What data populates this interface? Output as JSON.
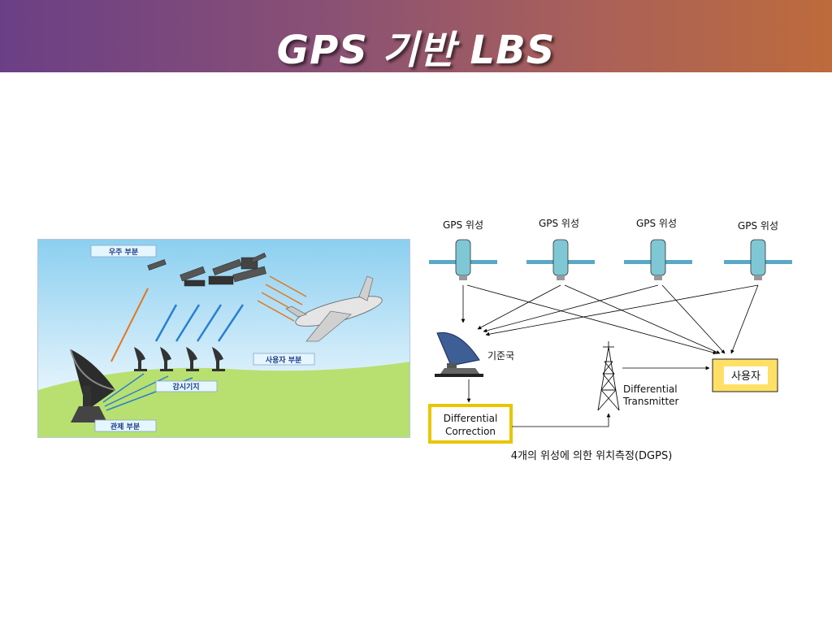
{
  "slide": {
    "title": "GPS 기반 LBS"
  },
  "illustration": {
    "space_label": "우주 부분",
    "user_label": "사용자 부분",
    "monitor_label": "감시기지",
    "control_label": "관제 부분",
    "colors": {
      "sky_top": "#8ccff0",
      "sky_bottom": "#ffffff",
      "grass": "#b7e070",
      "label_bg": "#e6f6ff",
      "label_text": "#1a3c8c",
      "signal_blue": "#2a7fd0",
      "signal_orange": "#e07820"
    }
  },
  "diagram": {
    "satellites": [
      {
        "label": "GPS 위성"
      },
      {
        "label": "GPS 위성"
      },
      {
        "label": "GPS 위성"
      },
      {
        "label": "GPS 위성"
      }
    ],
    "reference_station_label": "기준국",
    "transmitter_label_line1": "Differential",
    "transmitter_label_line2": "Transmitter",
    "correction_label_line1": "Differential",
    "correction_label_line2": "Correction",
    "user_label": "사용자",
    "caption": "4개의 위성에 의한 위치측정(DGPS)",
    "colors": {
      "box_fill": "#ffffff",
      "box_border": "#e8c600",
      "satellite_body": "#7fc7d4",
      "satellite_panel": "#5aa8c8",
      "dish": "#3d5f95",
      "line": "#000000"
    }
  }
}
